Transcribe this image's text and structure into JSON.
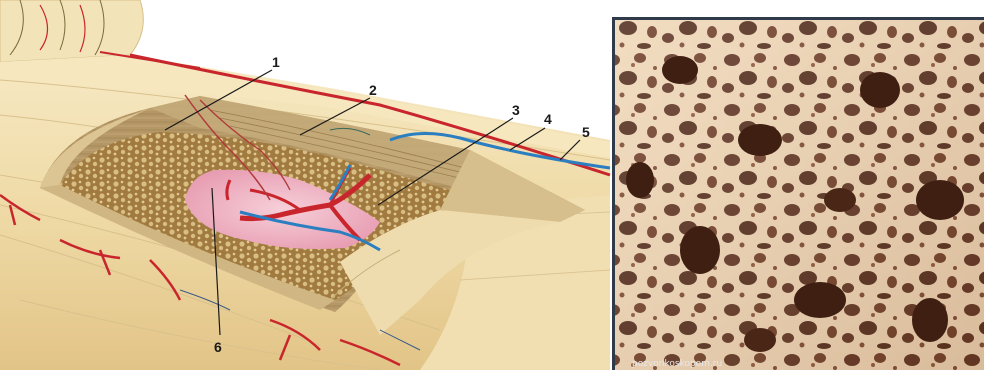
{
  "figure": {
    "left_panel": {
      "callouts": [
        {
          "id": "1",
          "label": "1"
        },
        {
          "id": "2",
          "label": "2"
        },
        {
          "id": "3",
          "label": "3"
        },
        {
          "id": "4",
          "label": "4"
        },
        {
          "id": "5",
          "label": "5"
        },
        {
          "id": "6",
          "label": "6"
        }
      ]
    },
    "right_panel": {
      "watermark": "pozvonkoskopom.ru"
    }
  },
  "colors": {
    "bone_outer": "#f1dfb0",
    "compact_bone": "#b79a6a",
    "spongy_bone": "#9c7a44",
    "marrow": "#f2b8c8",
    "artery": "#c8262c",
    "vein": "#2b7fc1",
    "frame": "#2f3a4a"
  }
}
